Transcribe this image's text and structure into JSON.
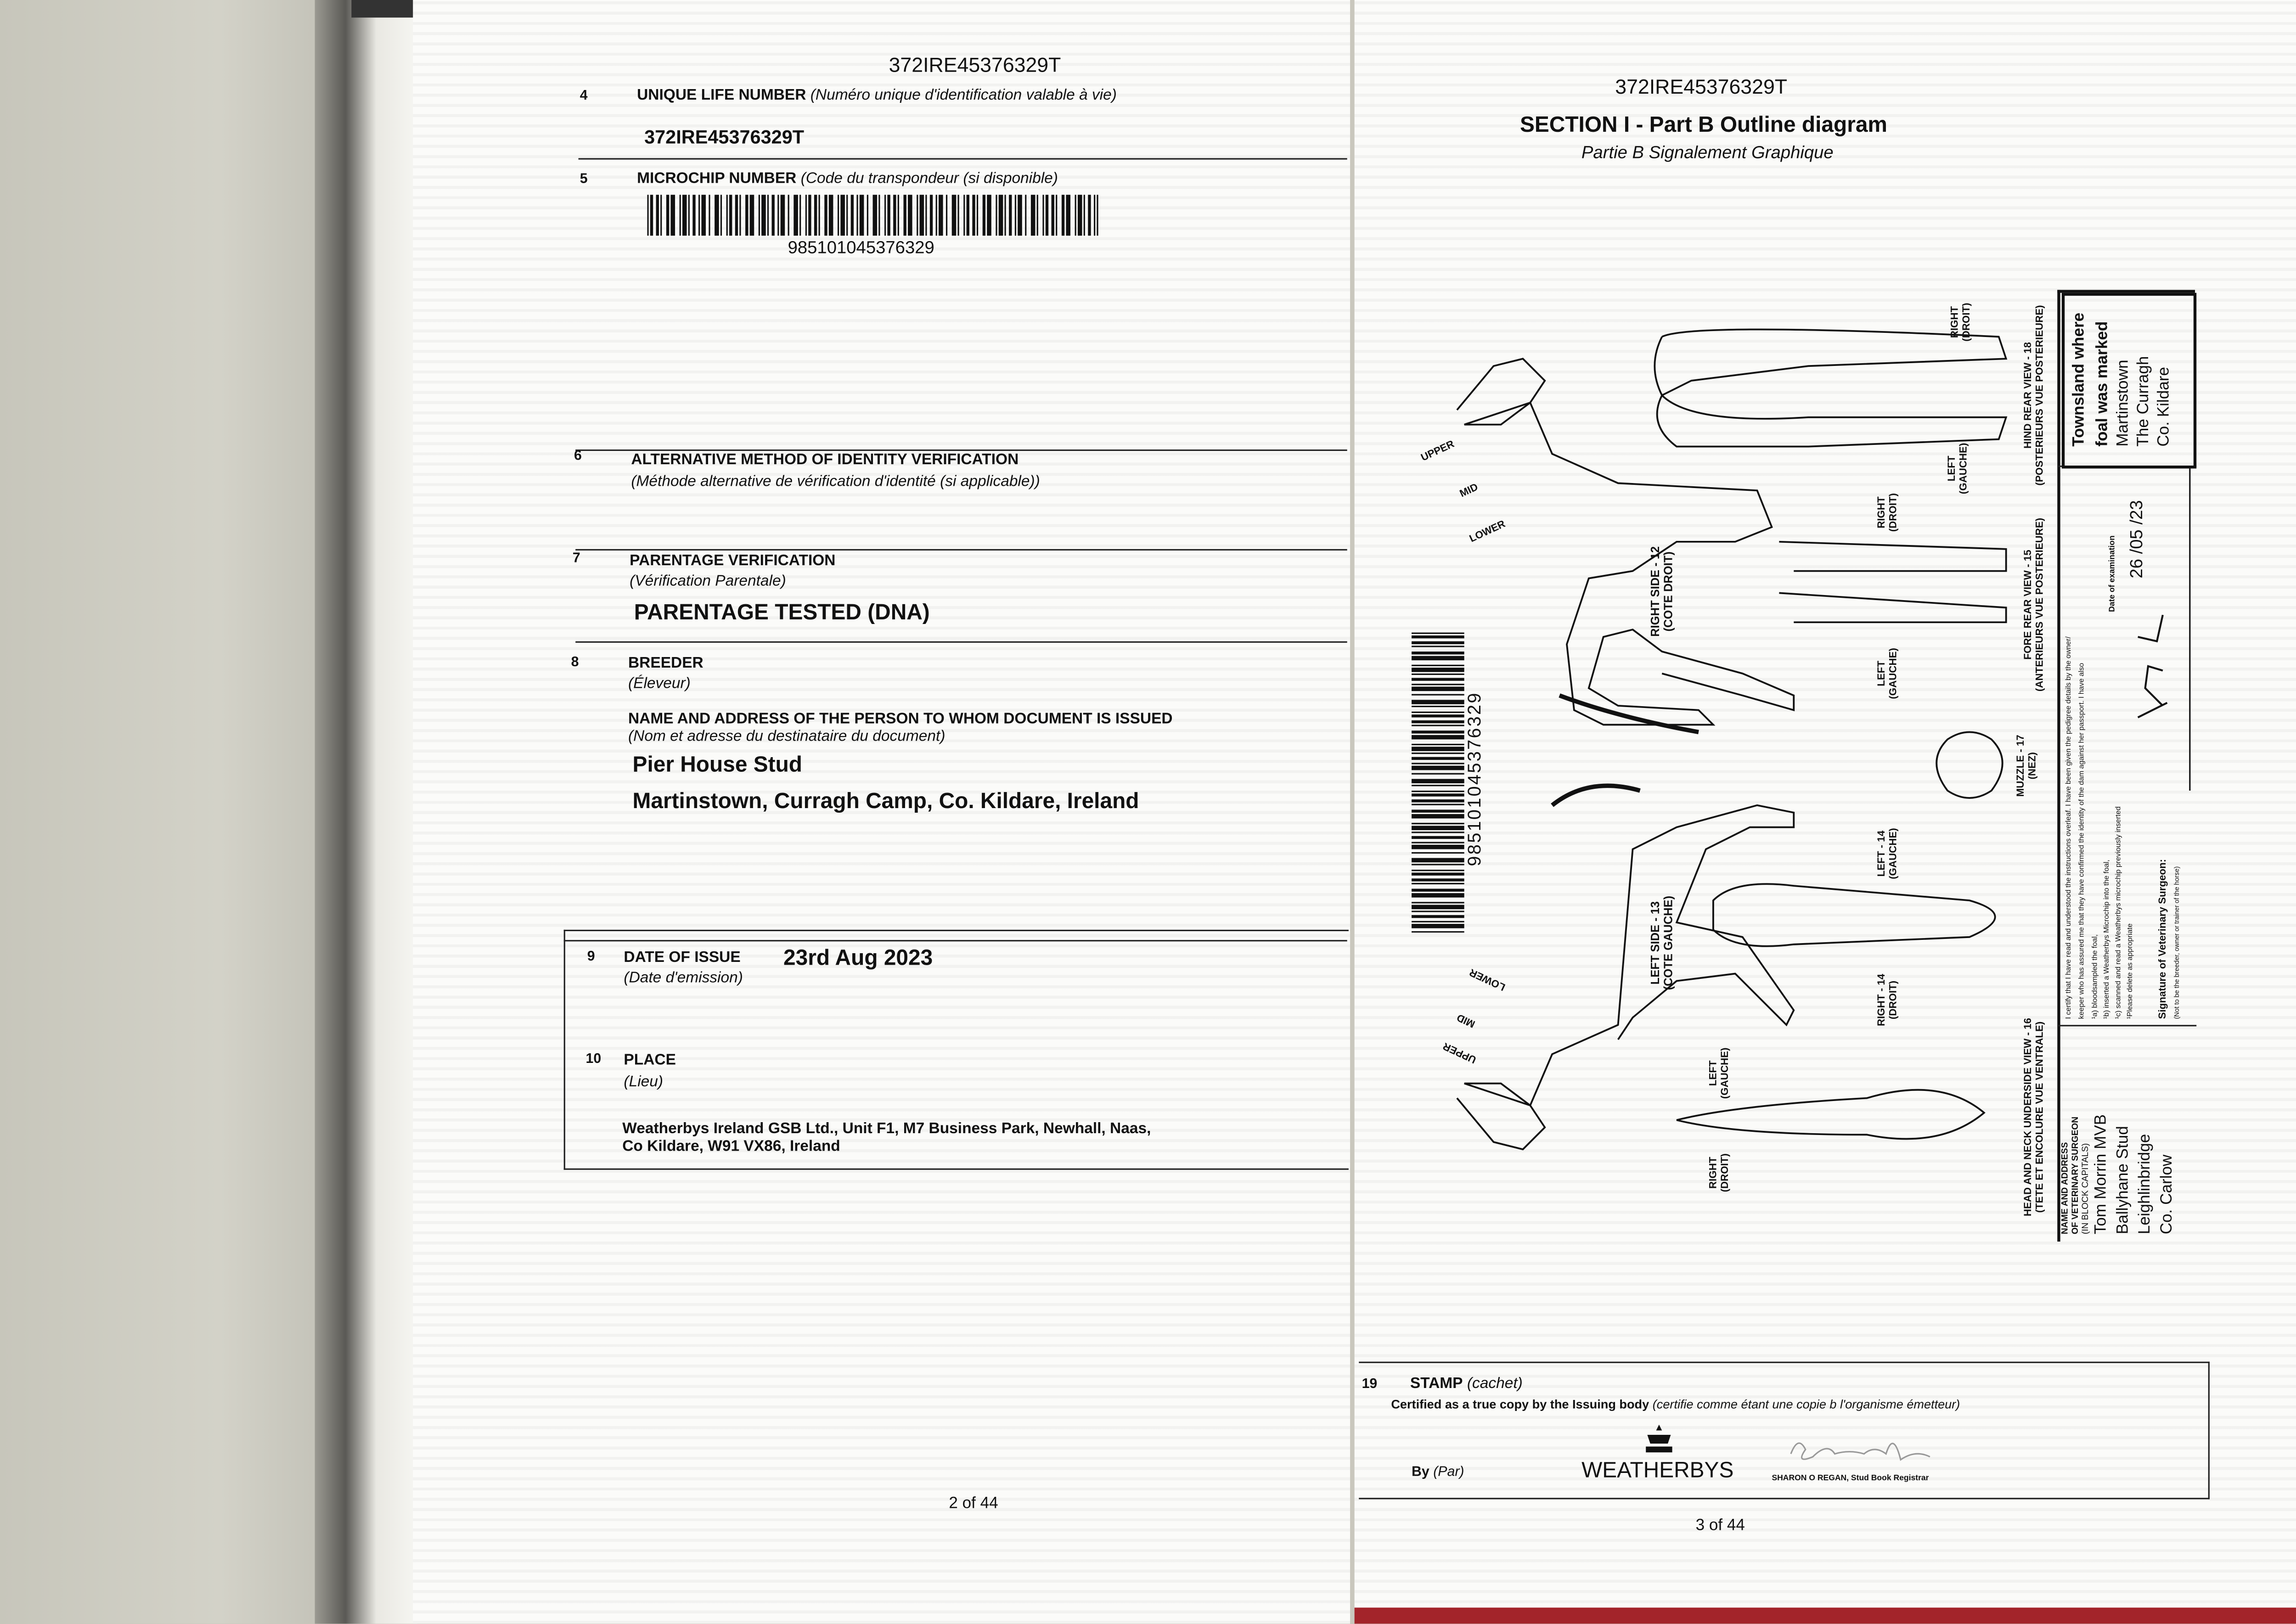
{
  "left_page": {
    "header_uln": "372IRE45376329T",
    "s4": {
      "num": "4",
      "label": "UNIQUE LIFE NUMBER",
      "fr": "(Numéro unique d'identification valable à vie)",
      "value": "372IRE45376329T"
    },
    "s5": {
      "num": "5",
      "label": "MICROCHIP NUMBER",
      "fr": "(Code du transpondeur (si disponible)",
      "value": "985101045376329"
    },
    "s6": {
      "num": "6",
      "label": "ALTERNATIVE METHOD OF IDENTITY VERIFICATION",
      "fr": "(Méthode alternative de vérification d'identité (si applicable))"
    },
    "s7": {
      "num": "7",
      "label": "PARENTAGE VERIFICATION",
      "fr": "(Vérification Parentale)",
      "value": "PARENTAGE TESTED (DNA)"
    },
    "s8": {
      "num": "8",
      "label": "BREEDER",
      "fr": "(Éleveur)",
      "label2": "NAME AND ADDRESS OF THE PERSON TO WHOM DOCUMENT IS ISSUED",
      "fr2": "(Nom et adresse du destinataire du document)",
      "name": "Pier House Stud",
      "address": "Martinstown, Curragh Camp, Co. Kildare, Ireland"
    },
    "s9": {
      "num": "9",
      "label": "DATE OF ISSUE",
      "fr": "(Date d'emission)",
      "value": "23rd Aug 2023"
    },
    "s10": {
      "num": "10",
      "label": "PLACE",
      "fr": "(Lieu)",
      "line1": "Weatherbys Ireland GSB Ltd., Unit F1, M7 Business Park, Newhall, Naas,",
      "line2": "Co Kildare, W91 VX86, Ireland"
    },
    "page_number": "2 of 44"
  },
  "right_page": {
    "header_uln": "372IRE45376329T",
    "title": "SECTION I - Part B Outline diagram",
    "subtitle": "Partie B Signalement Graphique",
    "barcode_number": "985101045376329",
    "diagram_labels": {
      "upper": "UPPER",
      "mid": "MID",
      "lower": "LOWER",
      "hind_right": [
        "RIGHT",
        "(DROIT)"
      ],
      "hind_left": [
        "LEFT",
        "(GAUCHE)"
      ],
      "hind_view": [
        "HIND REAR VIEW - 18",
        "(POSTERIEURS VUE POSTERIEURE)"
      ],
      "fore_right": [
        "RIGHT",
        "(DROIT)"
      ],
      "fore_left": [
        "LEFT",
        "(GAUCHE)"
      ],
      "fore_view": [
        "FORE REAR VIEW - 15",
        "(ANTERIEURS VUE POSTERIEURE)"
      ],
      "right_side": [
        "RIGHT SIDE - 12",
        "(COTE DROIT)"
      ],
      "left_side": [
        "LEFT SIDE - 13",
        "(COTE GAUCHE)"
      ],
      "muzzle": [
        "MUZZLE - 17",
        "(NEZ)"
      ],
      "left14": [
        "LEFT - 14",
        "(GAUCHE)"
      ],
      "right14": [
        "RIGHT - 14",
        "(DROIT)"
      ],
      "head_view": [
        "HEAD AND NECK UNDERSIDE VIEW - 16",
        "(TETE ET ENCOLURE VUE VENTRALE)"
      ],
      "head_left": [
        "LEFT",
        "(GAUCHE)"
      ],
      "head_right": [
        "RIGHT",
        "(DROIT)"
      ]
    },
    "townsland": {
      "label1": "Townsland where",
      "label2": "foal was marked",
      "line1": "Martinstown",
      "line2": "The Curragh",
      "line3": "Co. Kildare"
    },
    "certificate": {
      "l1": "I certify that I have read and understood the instructions overleaf. I have been given the pedigree details by the owner/",
      "l2": "keeper who has assured me that they have confirmed the identity of the dam against her passport. I have also",
      "l3": "¹a) bloodsampled the foal,",
      "l4": "¹b) inserted a Weatherbys Microchip into the foal,",
      "l5": "¹c) scanned and read a Weatherbys microchip previously inserted",
      "l6": "¹Please delete as appropriate",
      "sig_label": "Signature of Veterinary Surgeon:",
      "sig_note": "(Not to be the breeder, owner or trainer of the horse)",
      "date_label": "Date of examination",
      "date": "26 /05 /23"
    },
    "vet": {
      "label1": "NAME AND ADDRESS",
      "label2": "OF VETERINARY SURGEON",
      "label3": "(IN BLOCK CAPITALS)",
      "name": "Tom Morrin MVB",
      "l1": "Ballyhane Stud",
      "l2": "Leighlinbridge",
      "l3": "Co. Carlow"
    },
    "stamp": {
      "num": "19",
      "label": "STAMP",
      "fr": "(cachet)",
      "certified": "Certified as a true copy by the Issuing body",
      "certified_fr": "(certifie comme étant une copie b l'organisme émetteur)",
      "by": "By",
      "by_fr": "(Par)",
      "logo_text": "WEATHERBYS",
      "signature_text": "Sharon O'Regan",
      "signer": "SHARON O REGAN, Stud Book Registrar"
    },
    "page_number": "3 of 44"
  }
}
